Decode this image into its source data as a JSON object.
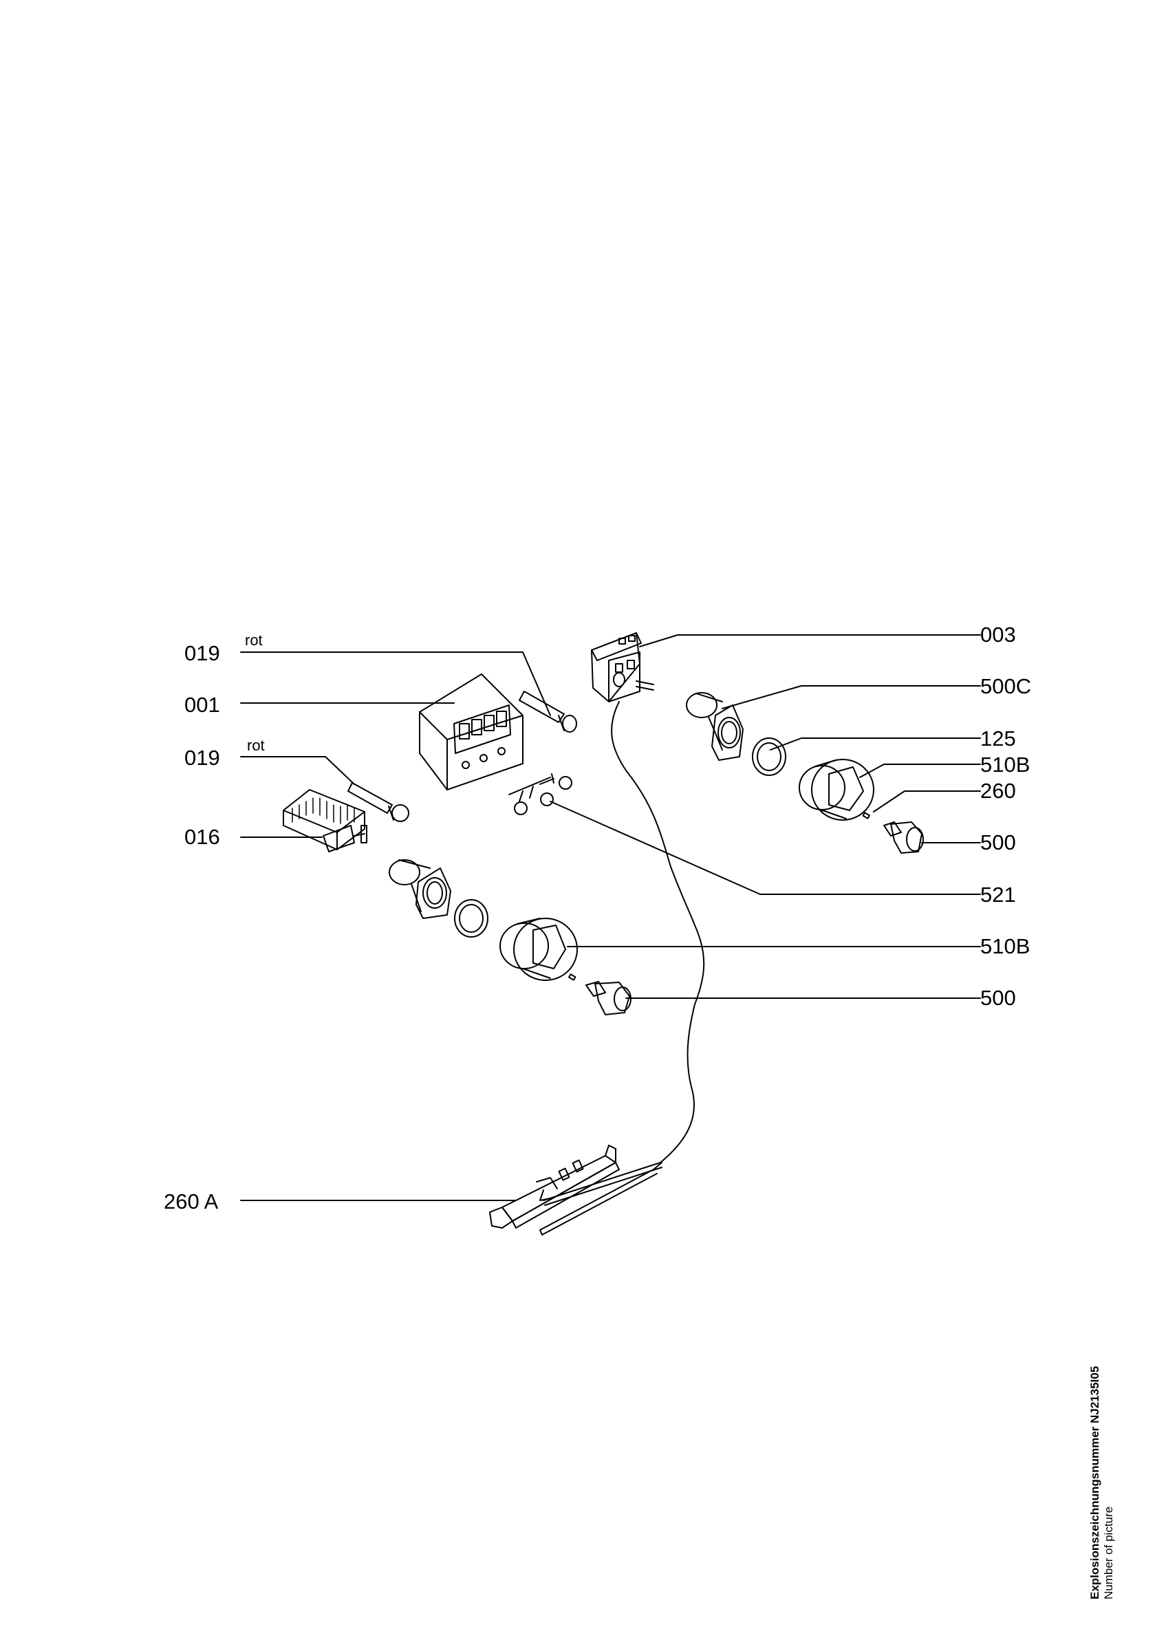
{
  "callouts": {
    "c019_top": "019",
    "c019_top_note": "rot",
    "c001": "001",
    "c019_mid": "019",
    "c019_mid_note": "rot",
    "c016": "016",
    "c260a": "260 A",
    "c003": "003",
    "c500c": "500C",
    "c125": "125",
    "c510b_top": "510B",
    "c260": "260",
    "c500_top": "500",
    "c521": "521",
    "c510b_bot": "510B",
    "c500_bot": "500"
  },
  "footer": {
    "title": "Explosionszeichnungsnummer NJ2135I05",
    "subtitle": "Number of picture"
  }
}
